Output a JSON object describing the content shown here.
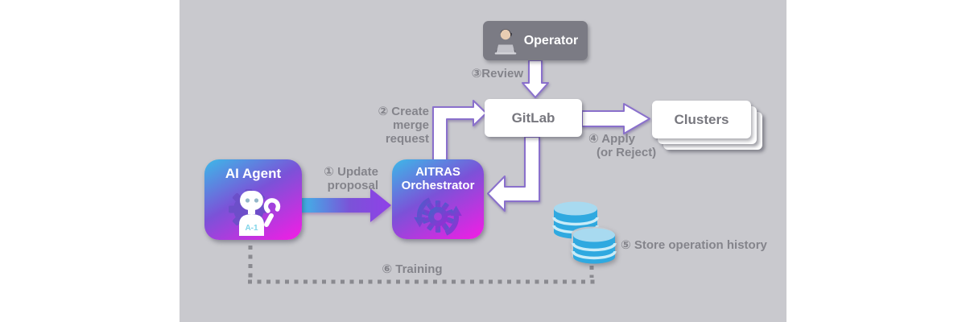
{
  "colors": {
    "stage-bg": "#c9c9ce",
    "label-gray": "#84848b",
    "box-gray": "#7b7b84",
    "white-box-text": "#77777e",
    "grad-cyan": "#3cb9e8",
    "grad-purple": "#7b52d8",
    "grad-magenta": "#ee1fe4",
    "arrow-stroke": "#8a70cc",
    "db-blue": "#2fa9e0",
    "db-top": "#a8daf0",
    "db-band": "#c9ecf8",
    "dot-gray": "#8a8a90"
  },
  "nodes": {
    "operator": {
      "label": "Operator"
    },
    "gitlab": {
      "label": "GitLab"
    },
    "clusters": {
      "label": "Clusters"
    },
    "ai_agent": {
      "label": "AI Agent",
      "badge": "A-1"
    },
    "orchestrator": {
      "lines": [
        "AITRAS",
        "Orchestrator"
      ]
    }
  },
  "edges": {
    "update_proposal": {
      "lines": [
        "① Update",
        "proposal"
      ]
    },
    "create_merge_request": {
      "lines": [
        "② Create",
        "merge",
        "request"
      ]
    },
    "review": {
      "label": "③Review"
    },
    "apply_or_reject": {
      "lines": [
        "④ Apply",
        "(or Reject)"
      ]
    },
    "store_operation_history": {
      "label": "⑤ Store operation history"
    },
    "training": {
      "label": "⑥ Training"
    }
  },
  "icons": {
    "operator": "person-at-laptop-icon",
    "ai_agent": "robot-wrench-icon",
    "orchestrator": "gear-sync-icon",
    "storage": "database-cylinders-icon"
  }
}
